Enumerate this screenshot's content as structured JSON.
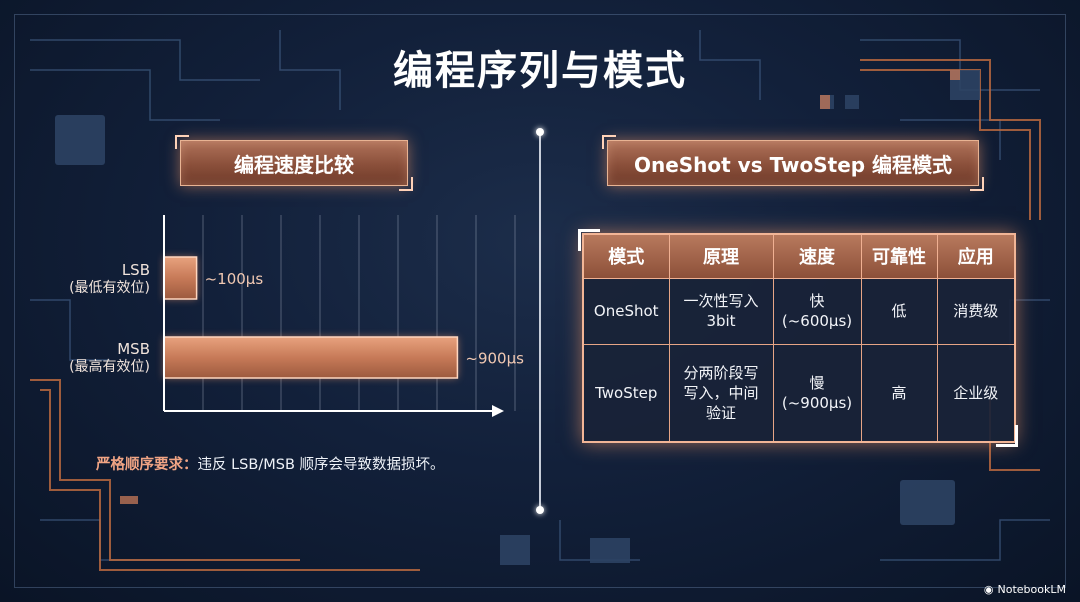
{
  "title": "编程序列与模式",
  "speed_section": {
    "header": "编程速度比较",
    "note_emphasis": "严格顺序要求：",
    "note_text": "违反 LSB/MSB 顺序会导致数据损坏。"
  },
  "chart_data": {
    "type": "bar",
    "orientation": "horizontal",
    "categories": [
      "LSB (最低有效位)",
      "MSB (最高有效位)"
    ],
    "category_labels": [
      {
        "main": "LSB",
        "sub": "(最低有效位)"
      },
      {
        "main": "MSB",
        "sub": "(最高有效位)"
      }
    ],
    "values": [
      100,
      900
    ],
    "unit": "µs",
    "data_labels": [
      "~100µs",
      "~900µs"
    ],
    "xlim": [
      0,
      1000
    ],
    "grid": true,
    "colors": {
      "bar": "#c77a58",
      "bar_glow": "#f59a6a"
    }
  },
  "mode_section": {
    "header": "OneShot vs TwoStep 编程模式",
    "columns": [
      "模式",
      "原理",
      "速度",
      "可靠性",
      "应用"
    ],
    "rows": [
      [
        "OneShot",
        "一次性写入\n3bit",
        "快\n(~600µs)",
        "低",
        "消费级"
      ],
      [
        "TwoStep",
        "分两阶段写\n写入，中间\n验证",
        "慢\n(~900µs)",
        "高",
        "企业级"
      ]
    ]
  },
  "branding": {
    "label": "NotebookLM"
  },
  "colors": {
    "accent": "#f0a484",
    "header_bg": "#9a5a42",
    "background": "#12203a"
  }
}
